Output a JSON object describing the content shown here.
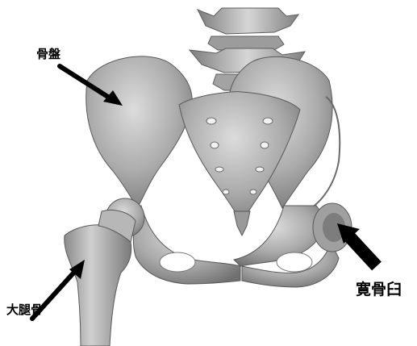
{
  "labels": {
    "pelvis": "骨盤",
    "femur": "大腿骨",
    "acetabulum": "寛骨臼"
  },
  "colors": {
    "background": "#ffffff",
    "bone_base": "#a9a9a9",
    "bone_light": "#d2d2d2",
    "bone_shadow": "#6f6f6f",
    "arrow": "#000000",
    "label_text": "#000000"
  },
  "icons": {
    "pelvis_arrow": "arrow-icon",
    "femur_arrow": "arrow-icon",
    "acetabulum_arrow": "arrow-icon"
  }
}
